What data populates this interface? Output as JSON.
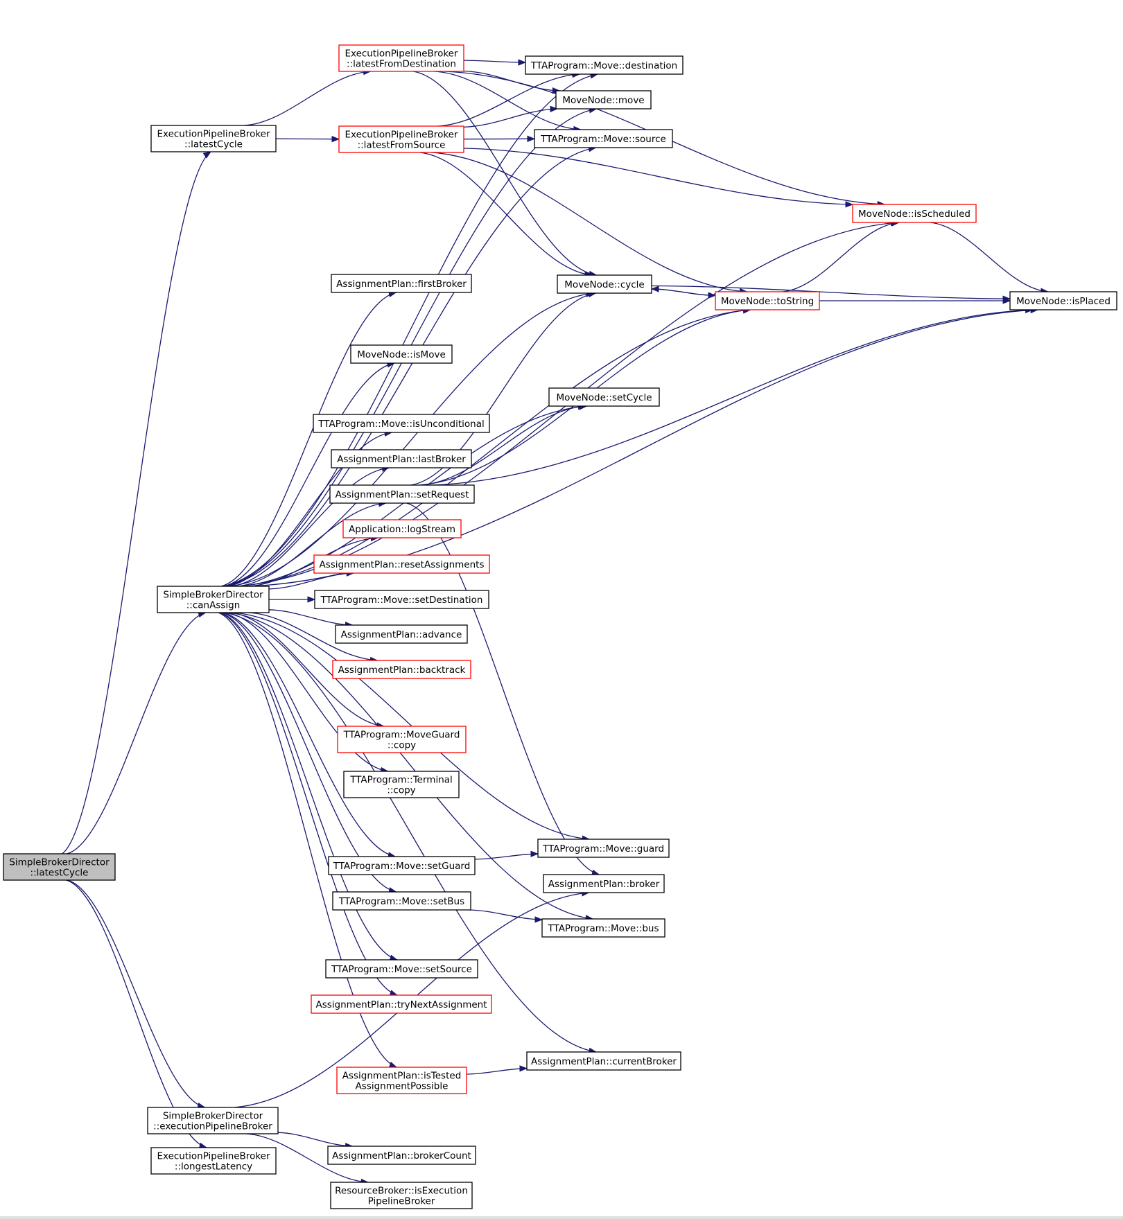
{
  "colors": {
    "edge": "#191970",
    "node_border_normal": "#000000",
    "node_border_truncated": "#ff0000",
    "root_fill": "#bfbfbf",
    "node_fill": "#ffffff"
  },
  "nodes": [
    {
      "id": "sbd_latestCycle",
      "lines": [
        "SimpleBrokerDirector",
        "::latestCycle"
      ],
      "style": "root"
    },
    {
      "id": "epb_latestCycle",
      "lines": [
        "ExecutionPipelineBroker",
        "::latestCycle"
      ],
      "style": "normal"
    },
    {
      "id": "sbd_canAssign",
      "lines": [
        "SimpleBrokerDirector",
        "::canAssign"
      ],
      "style": "normal"
    },
    {
      "id": "sbd_executionPipelineBroker",
      "lines": [
        "SimpleBrokerDirector",
        "::executionPipelineBroker"
      ],
      "style": "normal"
    },
    {
      "id": "epb_longestLatency",
      "lines": [
        "ExecutionPipelineBroker",
        "::longestLatency"
      ],
      "style": "normal"
    },
    {
      "id": "epb_latestFromDestination",
      "lines": [
        "ExecutionPipelineBroker",
        "::latestFromDestination"
      ],
      "style": "truncated"
    },
    {
      "id": "epb_latestFromSource",
      "lines": [
        "ExecutionPipelineBroker",
        "::latestFromSource"
      ],
      "style": "truncated"
    },
    {
      "id": "ap_firstBroker",
      "lines": [
        "AssignmentPlan::firstBroker"
      ],
      "style": "normal"
    },
    {
      "id": "mn_isMove",
      "lines": [
        "MoveNode::isMove"
      ],
      "style": "normal"
    },
    {
      "id": "tm_isUnconditional",
      "lines": [
        "TTAProgram::Move::isUnconditional"
      ],
      "style": "normal"
    },
    {
      "id": "ap_lastBroker",
      "lines": [
        "AssignmentPlan::lastBroker"
      ],
      "style": "normal"
    },
    {
      "id": "ap_setRequest",
      "lines": [
        "AssignmentPlan::setRequest"
      ],
      "style": "normal"
    },
    {
      "id": "app_logStream",
      "lines": [
        "Application::logStream"
      ],
      "style": "truncated"
    },
    {
      "id": "ap_resetAssignments",
      "lines": [
        "AssignmentPlan::resetAssignments"
      ],
      "style": "truncated"
    },
    {
      "id": "tm_setDestination",
      "lines": [
        "TTAProgram::Move::setDestination"
      ],
      "style": "normal"
    },
    {
      "id": "ap_advance",
      "lines": [
        "AssignmentPlan::advance"
      ],
      "style": "normal"
    },
    {
      "id": "ap_backtrack",
      "lines": [
        "AssignmentPlan::backtrack"
      ],
      "style": "truncated"
    },
    {
      "id": "tmg_copy",
      "lines": [
        "TTAProgram::MoveGuard",
        "::copy"
      ],
      "style": "truncated"
    },
    {
      "id": "tt_copy",
      "lines": [
        "TTAProgram::Terminal",
        "::copy"
      ],
      "style": "normal"
    },
    {
      "id": "tm_setGuard",
      "lines": [
        "TTAProgram::Move::setGuard"
      ],
      "style": "normal"
    },
    {
      "id": "tm_setBus",
      "lines": [
        "TTAProgram::Move::setBus"
      ],
      "style": "normal"
    },
    {
      "id": "tm_setSource",
      "lines": [
        "TTAProgram::Move::setSource"
      ],
      "style": "normal"
    },
    {
      "id": "ap_tryNextAssignment",
      "lines": [
        "AssignmentPlan::tryNextAssignment"
      ],
      "style": "truncated"
    },
    {
      "id": "ap_isTestedAssignmentPossible",
      "lines": [
        "AssignmentPlan::isTested",
        "AssignmentPossible"
      ],
      "style": "truncated"
    },
    {
      "id": "ap_brokerCount",
      "lines": [
        "AssignmentPlan::brokerCount"
      ],
      "style": "normal"
    },
    {
      "id": "rb_isExecutionPipelineBroker",
      "lines": [
        "ResourceBroker::isExecution",
        "PipelineBroker"
      ],
      "style": "normal"
    },
    {
      "id": "tm_destination",
      "lines": [
        "TTAProgram::Move::destination"
      ],
      "style": "normal"
    },
    {
      "id": "mn_move",
      "lines": [
        "MoveNode::move"
      ],
      "style": "normal"
    },
    {
      "id": "tm_source",
      "lines": [
        "TTAProgram::Move::source"
      ],
      "style": "normal"
    },
    {
      "id": "mn_isScheduled",
      "lines": [
        "MoveNode::isScheduled"
      ],
      "style": "truncated"
    },
    {
      "id": "mn_cycle",
      "lines": [
        "MoveNode::cycle"
      ],
      "style": "normal"
    },
    {
      "id": "mn_toString",
      "lines": [
        "MoveNode::toString"
      ],
      "style": "truncated"
    },
    {
      "id": "mn_isPlaced",
      "lines": [
        "MoveNode::isPlaced"
      ],
      "style": "normal"
    },
    {
      "id": "mn_setCycle",
      "lines": [
        "MoveNode::setCycle"
      ],
      "style": "normal"
    },
    {
      "id": "tm_guard",
      "lines": [
        "TTAProgram::Move::guard"
      ],
      "style": "normal"
    },
    {
      "id": "ap_broker",
      "lines": [
        "AssignmentPlan::broker"
      ],
      "style": "normal"
    },
    {
      "id": "tm_bus",
      "lines": [
        "TTAProgram::Move::bus"
      ],
      "style": "normal"
    },
    {
      "id": "ap_currentBroker",
      "lines": [
        "AssignmentPlan::currentBroker"
      ],
      "style": "normal"
    }
  ],
  "edges": [
    [
      "sbd_latestCycle",
      "epb_latestCycle"
    ],
    [
      "sbd_latestCycle",
      "sbd_canAssign"
    ],
    [
      "sbd_latestCycle",
      "sbd_executionPipelineBroker"
    ],
    [
      "sbd_latestCycle",
      "epb_longestLatency"
    ],
    [
      "epb_latestCycle",
      "epb_latestFromDestination"
    ],
    [
      "epb_latestCycle",
      "epb_latestFromSource"
    ],
    [
      "epb_latestFromDestination",
      "tm_destination"
    ],
    [
      "epb_latestFromDestination",
      "mn_move"
    ],
    [
      "epb_latestFromDestination",
      "tm_source"
    ],
    [
      "epb_latestFromDestination",
      "mn_isScheduled"
    ],
    [
      "epb_latestFromDestination",
      "mn_cycle"
    ],
    [
      "epb_latestFromSource",
      "tm_destination"
    ],
    [
      "epb_latestFromSource",
      "mn_move"
    ],
    [
      "epb_latestFromSource",
      "tm_source"
    ],
    [
      "epb_latestFromSource",
      "mn_isScheduled"
    ],
    [
      "epb_latestFromSource",
      "mn_cycle"
    ],
    [
      "epb_latestFromSource",
      "mn_toString"
    ],
    [
      "sbd_canAssign",
      "tm_destination"
    ],
    [
      "sbd_canAssign",
      "mn_move"
    ],
    [
      "sbd_canAssign",
      "tm_source"
    ],
    [
      "sbd_canAssign",
      "mn_isScheduled"
    ],
    [
      "sbd_canAssign",
      "mn_cycle"
    ],
    [
      "sbd_canAssign",
      "mn_toString"
    ],
    [
      "sbd_canAssign",
      "ap_firstBroker"
    ],
    [
      "sbd_canAssign",
      "mn_isMove"
    ],
    [
      "sbd_canAssign",
      "mn_setCycle"
    ],
    [
      "sbd_canAssign",
      "tm_isUnconditional"
    ],
    [
      "sbd_canAssign",
      "ap_lastBroker"
    ],
    [
      "sbd_canAssign",
      "ap_setRequest"
    ],
    [
      "sbd_canAssign",
      "app_logStream"
    ],
    [
      "sbd_canAssign",
      "ap_resetAssignments"
    ],
    [
      "sbd_canAssign",
      "tm_setDestination"
    ],
    [
      "sbd_canAssign",
      "ap_advance"
    ],
    [
      "sbd_canAssign",
      "ap_backtrack"
    ],
    [
      "sbd_canAssign",
      "mn_isPlaced"
    ],
    [
      "sbd_canAssign",
      "tmg_copy"
    ],
    [
      "sbd_canAssign",
      "tt_copy"
    ],
    [
      "sbd_canAssign",
      "tm_guard"
    ],
    [
      "sbd_canAssign",
      "tm_setGuard"
    ],
    [
      "sbd_canAssign",
      "tm_setBus"
    ],
    [
      "sbd_canAssign",
      "tm_bus"
    ],
    [
      "sbd_canAssign",
      "tm_setSource"
    ],
    [
      "sbd_canAssign",
      "ap_tryNextAssignment"
    ],
    [
      "sbd_canAssign",
      "ap_currentBroker"
    ],
    [
      "sbd_canAssign",
      "ap_isTestedAssignmentPossible"
    ],
    [
      "ap_setRequest",
      "mn_cycle"
    ],
    [
      "ap_setRequest",
      "mn_setCycle"
    ],
    [
      "ap_setRequest",
      "mn_toString"
    ],
    [
      "ap_setRequest",
      "mn_isPlaced"
    ],
    [
      "ap_setRequest",
      "ap_broker"
    ],
    [
      "tm_setGuard",
      "tm_guard"
    ],
    [
      "tm_setBus",
      "tm_bus"
    ],
    [
      "ap_isTestedAssignmentPossible",
      "ap_currentBroker"
    ],
    [
      "sbd_executionPipelineBroker",
      "ap_broker"
    ],
    [
      "sbd_executionPipelineBroker",
      "ap_brokerCount"
    ],
    [
      "sbd_executionPipelineBroker",
      "rb_isExecutionPipelineBroker"
    ],
    [
      "mn_cycle",
      "mn_toString"
    ],
    [
      "mn_cycle",
      "mn_isPlaced"
    ],
    [
      "mn_toString",
      "mn_cycle"
    ],
    [
      "mn_toString",
      "mn_isScheduled"
    ],
    [
      "mn_toString",
      "mn_isPlaced"
    ],
    [
      "mn_isScheduled",
      "mn_isPlaced"
    ]
  ]
}
